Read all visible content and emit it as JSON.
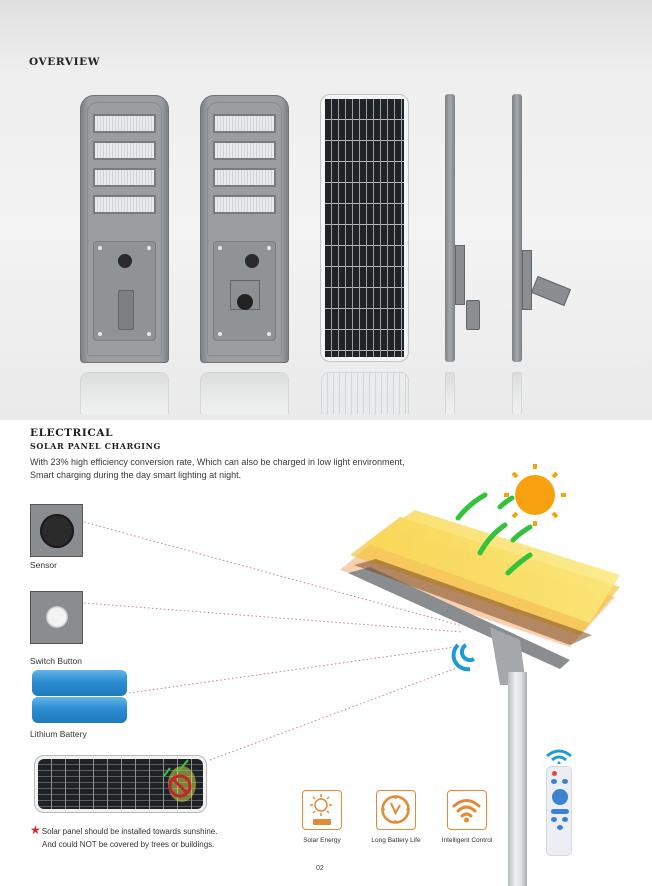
{
  "overview": {
    "heading": "OVERVIEW",
    "views": [
      "front-led-view",
      "front-led-view-alt-mount",
      "solar-panel-top-view",
      "side-view-straight-mount",
      "side-view-angled-mount"
    ]
  },
  "electrical": {
    "heading": "ELECTRICAL",
    "subheading": "SOLAR PANEL CHARGING",
    "description_line1": "With 23% high efficiency conversion rate, Which can also be charged in low light environment,",
    "description_line2": "Smart charging during the day smart lighting at night.",
    "components": [
      {
        "label": "Sensor"
      },
      {
        "label": "Switch Button"
      },
      {
        "label": "Lithium Battery"
      }
    ],
    "note": {
      "line1": "Solar panel should be installed towards sunshine.",
      "line2": "And could NOT be covered by trees or buildings."
    },
    "features": [
      {
        "label": "Solar Energy",
        "icon": "sun-battery-icon"
      },
      {
        "label": "Long Battery Life",
        "icon": "clock-icon"
      },
      {
        "label": "Intelligent Control",
        "icon": "wifi-icon"
      }
    ]
  },
  "colors": {
    "accent_orange": "#e38a36",
    "note_star": "#d8262b",
    "signal_blue": "#1e9ad6",
    "battery_blue": "#2c8dd0"
  },
  "page_number": "02"
}
